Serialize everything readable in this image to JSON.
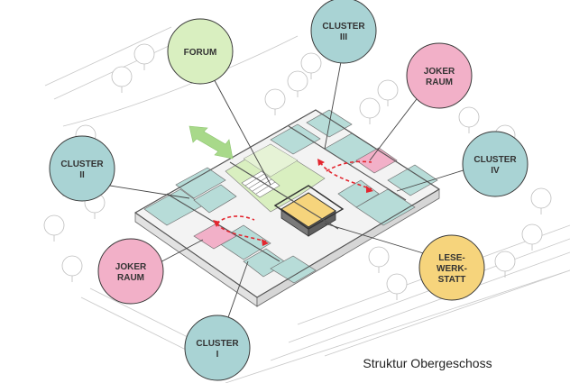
{
  "caption": "Struktur Obergeschoss",
  "colors": {
    "cluster": "#a9d3d4",
    "cluster_room": "#b7dcd8",
    "forum": "#d9efc0",
    "joker": "#f2b0c8",
    "werkstatt": "#f6d47c",
    "green_arrow": "#a8d98a",
    "red_arrow": "#e3262f",
    "line": "#444444"
  },
  "bubbles": [
    {
      "id": "forum",
      "lines": [
        "FORUM"
      ],
      "kind": "forum"
    },
    {
      "id": "cluster-3",
      "lines": [
        "CLUSTER",
        "III"
      ],
      "kind": "cluster"
    },
    {
      "id": "joker-raum-top",
      "lines": [
        "JOKER",
        "RAUM"
      ],
      "kind": "joker"
    },
    {
      "id": "cluster-2",
      "lines": [
        "CLUSTER",
        "II"
      ],
      "kind": "cluster"
    },
    {
      "id": "cluster-4",
      "lines": [
        "CLUSTER",
        "IV"
      ],
      "kind": "cluster"
    },
    {
      "id": "joker-raum-bottom",
      "lines": [
        "JOKER",
        "RAUM"
      ],
      "kind": "joker"
    },
    {
      "id": "lese-werk-statt",
      "lines": [
        "LESE-",
        "WERK-",
        "STATT"
      ],
      "kind": "werkstatt"
    },
    {
      "id": "cluster-1",
      "lines": [
        "CLUSTER",
        "I"
      ],
      "kind": "cluster"
    }
  ],
  "icons": {
    "green_arrow": "double-headed-arrow",
    "red_arrows": "curved-circulation-arrows"
  }
}
